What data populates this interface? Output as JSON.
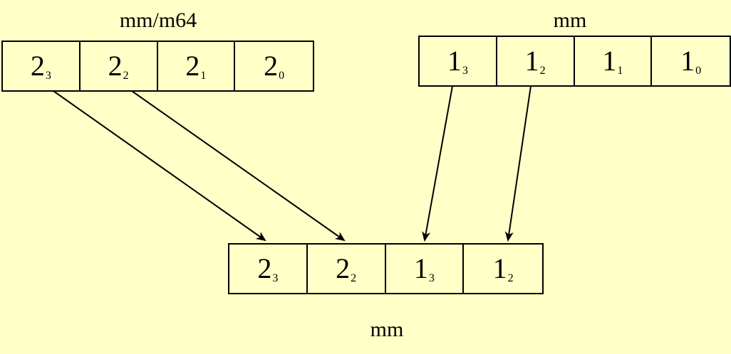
{
  "labels": {
    "src1": "mm/m64",
    "src2": "mm",
    "dest": "mm"
  },
  "src1_cells": [
    {
      "main": "2",
      "sub": "3"
    },
    {
      "main": "2",
      "sub": "2"
    },
    {
      "main": "2",
      "sub": "1"
    },
    {
      "main": "2",
      "sub": "0"
    }
  ],
  "src2_cells": [
    {
      "main": "1",
      "sub": "3"
    },
    {
      "main": "1",
      "sub": "2"
    },
    {
      "main": "1",
      "sub": "1"
    },
    {
      "main": "1",
      "sub": "0"
    }
  ],
  "dest_cells": [
    {
      "main": "2",
      "sub": "3"
    },
    {
      "main": "2",
      "sub": "2"
    },
    {
      "main": "1",
      "sub": "3"
    },
    {
      "main": "1",
      "sub": "2"
    }
  ],
  "colors": {
    "background": "#ffffc8",
    "ink": "#000000"
  }
}
